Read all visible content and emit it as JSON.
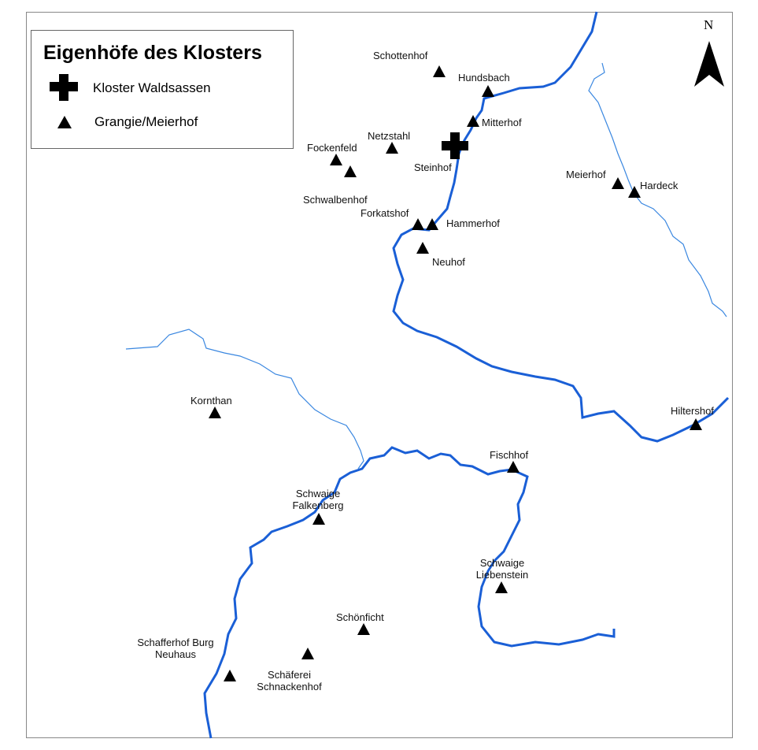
{
  "legend": {
    "title": "Eigenhöfe des Klosters",
    "items": [
      {
        "label": "Kloster Waldsassen",
        "icon": "cross-icon"
      },
      {
        "label": "Grangie/Meierhof",
        "icon": "triangle-icon"
      }
    ]
  },
  "north_arrow": {
    "label": "N"
  },
  "colors": {
    "river": "#1a5fd6",
    "stream": "#3a87e0"
  },
  "places": [
    "Schottenhof",
    "Hundsbach",
    "Mitterhof",
    "Netzstahl",
    "Fockenfeld",
    "Steinhof",
    "Schwalbenhof",
    "Forkatshof",
    "Hammerhof",
    "Neuhof",
    "Meierhof",
    "Hardeck",
    "Hiltershof",
    "Kornthan",
    "Fischhof",
    "Schwaige Falkenberg",
    "Schwaige Liebenstein",
    "Schönficht",
    "Schafferhof Burg Neuhaus",
    "Schäferei Schnackenhof"
  ]
}
